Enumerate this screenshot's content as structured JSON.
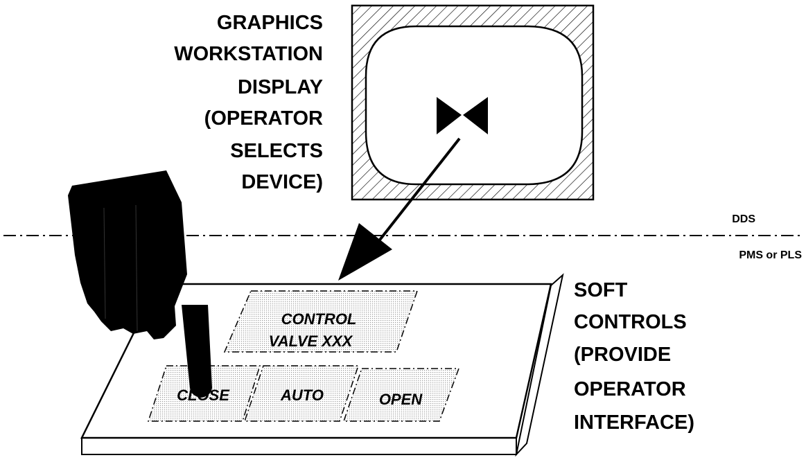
{
  "workstation_label": [
    "GRAPHICS",
    "WORKSTATION",
    "DISPLAY",
    "(OPERATOR",
    "SELECTS",
    "DEVICE)"
  ],
  "soft_controls_label": [
    "SOFT",
    "CONTROLS",
    "(PROVIDE",
    "OPERATOR",
    "INTERFACE)"
  ],
  "boundary": {
    "upper": "DDS",
    "lower": "PMS or PLS"
  },
  "panel": {
    "title_lines": [
      "CONTROL",
      "VALVE XXX"
    ],
    "buttons": [
      "CLOSE",
      "AUTO",
      "OPEN"
    ]
  },
  "icons": [
    "valve-icon",
    "pointing-hand-icon"
  ]
}
